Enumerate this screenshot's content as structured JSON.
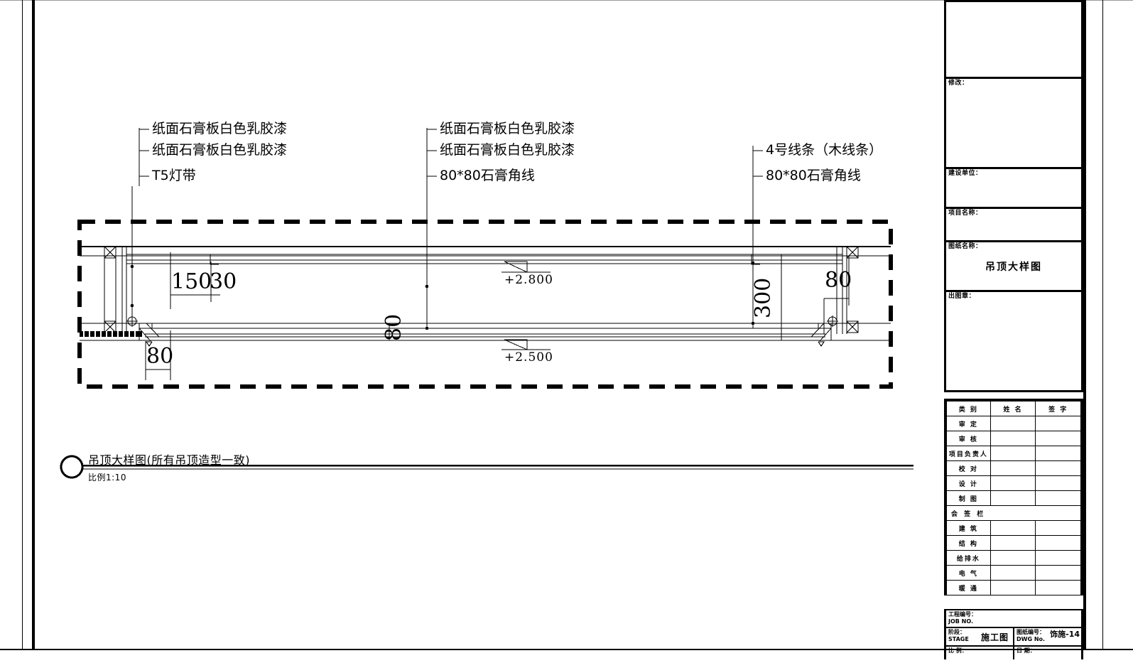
{
  "sheet": {
    "domain_note": "architectural ceiling section detail drawing"
  },
  "annotations": {
    "left_group": [
      "纸面石膏板白色乳胶漆",
      "纸面石膏板白色乳胶漆",
      "T5灯带"
    ],
    "middle_group": [
      "纸面石膏板白色乳胶漆",
      "纸面石膏板白色乳胶漆",
      "80*80石膏角线"
    ],
    "right_group": [
      "4号线条（木线条）",
      "80*80石膏角线"
    ]
  },
  "dimensions": {
    "d150": "150",
    "d30": "30",
    "d80_lower_left": "80",
    "d80_vertical_center": "80",
    "d300": "300",
    "d80_right": "80"
  },
  "elevations": {
    "upper": "+2.800",
    "lower": "+2.500"
  },
  "drawing_title": {
    "name": "吊顶大样图(所有吊顶造型一致)",
    "scale": "比例1:10"
  },
  "title_block": {
    "revision_label": "修改：",
    "client_label": "建设单位：",
    "project_label": "项目名称：",
    "drawing_name_label": "图纸名称：",
    "drawing_name_value": "吊顶大样图",
    "issue_label": "出图章：",
    "signature_table": {
      "headers": [
        "类 别",
        "姓 名",
        "签 字"
      ],
      "rows": [
        "审 定",
        "审 核",
        "项目负责人",
        "校 对",
        "设 计",
        "制 图"
      ],
      "section_header": "会 签 栏",
      "section_rows": [
        "建 筑",
        "结 构",
        "给排水",
        "电 气",
        "暖 通"
      ]
    },
    "job_no_label_cn": "工程编号：",
    "job_no_label_en": "JOB NO.",
    "stage_label_cn": "阶段：",
    "stage_label_en": "STAGE",
    "stage_value": "施工图",
    "dwg_no_label_cn": "图纸编号：",
    "dwg_no_label_en": "DWG No.",
    "dwg_no_value": "饰施-14",
    "scale_label_cn": "比 例：",
    "date_label_cn": "日 期："
  },
  "colors": {
    "line": "#000000",
    "background": "#ffffff"
  }
}
